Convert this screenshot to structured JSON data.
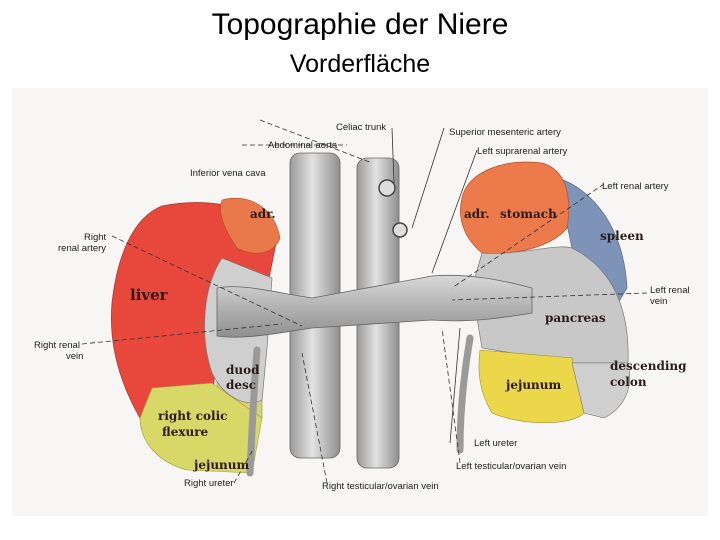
{
  "title": "Topographie der Niere",
  "subtitle": "Vorderfläche",
  "labels": {
    "celiac_trunk": "Celiac trunk",
    "abdominal_aorta": "Abdominal aorta",
    "inferior_vena_cava": "Inferior vena cava",
    "right_renal_artery": "Right\nrenal artery",
    "right_renal_vein": "Right renal\nvein",
    "right_ureter": "Right ureter",
    "right_testicular_vein": "Right testicular/ovarian vein",
    "superior_mesenteric_artery": "Superior mesenteric artery",
    "left_suprarenal_artery": "Left suprarenal artery",
    "left_renal_artery": "Left renal artery",
    "left_renal_vein": "Left renal\nvein",
    "left_ureter": "Left ureter",
    "left_testicular_vein": "Left testicular/ovarian vein"
  },
  "organs": {
    "adr_right": "adr.",
    "liver": "liver",
    "duod_desc": "duod\ndesc",
    "right_colic_flexure": "right colic\nflexure",
    "jejunum_right": "jejunum",
    "adr_left": "adr.",
    "stomach": "stomach",
    "spleen": "spleen",
    "pancreas": "pancreas",
    "descending_colon": "descending\ncolon",
    "jejunum_left": "jejunum"
  },
  "colors": {
    "liver": "#e8473b",
    "adrenal": "#e9794a",
    "duodenum": "#d9d070",
    "colon": "#d8d868",
    "stomach": "#ec7a4a",
    "spleen": "#7d93b8",
    "pancreas": "#c8c8c8",
    "jejunum": "#ecd64a",
    "vessels": "#b5b5b5",
    "kidney": "#d0d0d0"
  }
}
